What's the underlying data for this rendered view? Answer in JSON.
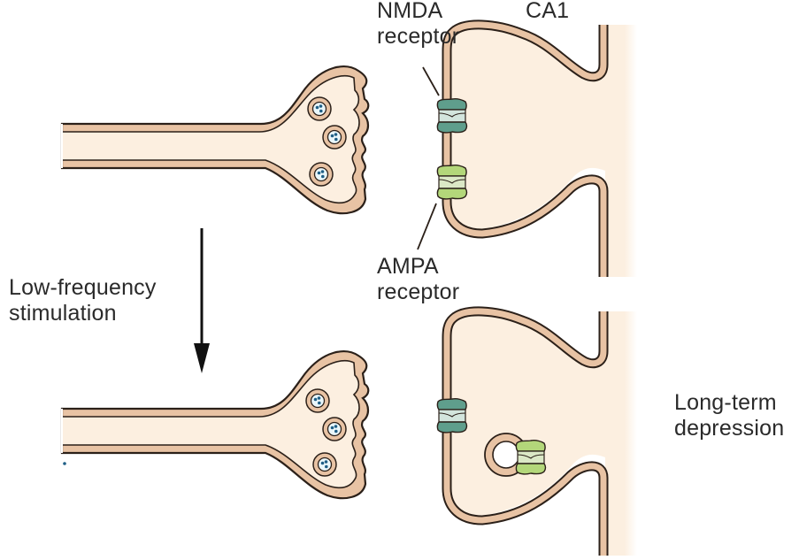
{
  "diagram": {
    "title": "Long-term depression at CA1 synapse",
    "labels": {
      "nmda": [
        "NMDA",
        "receptor"
      ],
      "ca1": "CA1",
      "ampa": [
        "AMPA",
        "receptor"
      ],
      "stimulation": [
        "Low-frequency",
        "stimulation"
      ],
      "result": [
        "Long-term",
        "depression"
      ]
    },
    "panels": [
      {
        "id": "before",
        "presynaptic_vesicles": 3,
        "receptors": [
          {
            "type": "NMDA",
            "location": "membrane"
          },
          {
            "type": "AMPA",
            "location": "membrane"
          }
        ]
      },
      {
        "id": "after",
        "presynaptic_vesicles": 3,
        "receptors": [
          {
            "type": "NMDA",
            "location": "membrane"
          },
          {
            "type": "AMPA",
            "location": "internalized endosome"
          }
        ]
      }
    ],
    "colors": {
      "cytoplasm": "#fcefe0",
      "membrane": "#e8c3a4",
      "outline": "#2b2019",
      "vesicle_fill": "#eaf7fb",
      "vesicle_dot": "#1f5f86",
      "nmda_dark": "#5f9e8c",
      "nmda_light": "#d3e5dd",
      "ampa_dark": "#b3d77a",
      "ampa_light": "#dbe8c6",
      "text": "#2a2a2a"
    }
  }
}
